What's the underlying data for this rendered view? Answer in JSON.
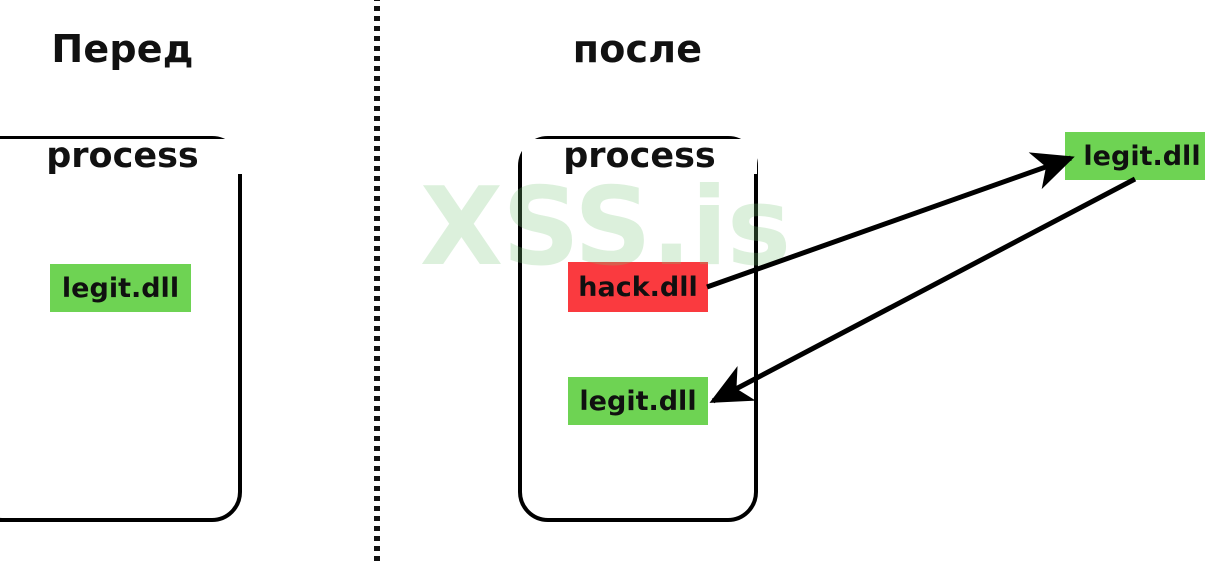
{
  "diagram": {
    "watermark": "XSS.is",
    "panels": [
      {
        "id": "before",
        "title": "Перед",
        "process_label": "process",
        "modules": [
          {
            "name": "legit.dll",
            "kind": "legitimate"
          }
        ]
      },
      {
        "id": "after",
        "title": "после",
        "process_label": "process",
        "modules": [
          {
            "name": "hack.dll",
            "kind": "malicious"
          },
          {
            "name": "legit.dll",
            "kind": "legitimate"
          }
        ]
      }
    ],
    "external_module": {
      "name": "legit.dll",
      "kind": "legitimate"
    },
    "arrows": [
      {
        "id": "hack-to-external",
        "from": "hack.dll",
        "to": "external legit.dll",
        "direction": "right-up"
      },
      {
        "id": "external-to-inner",
        "from": "external legit.dll",
        "to": "inner legit.dll",
        "direction": "left-down"
      }
    ],
    "colors": {
      "legitimate_fill": "#6ed353",
      "malicious_fill": "#fa3a3f",
      "module_text": "#101010",
      "outline": "#000000",
      "title_text": "#111111",
      "watermark": "#76c476",
      "background": "#ffffff"
    }
  }
}
